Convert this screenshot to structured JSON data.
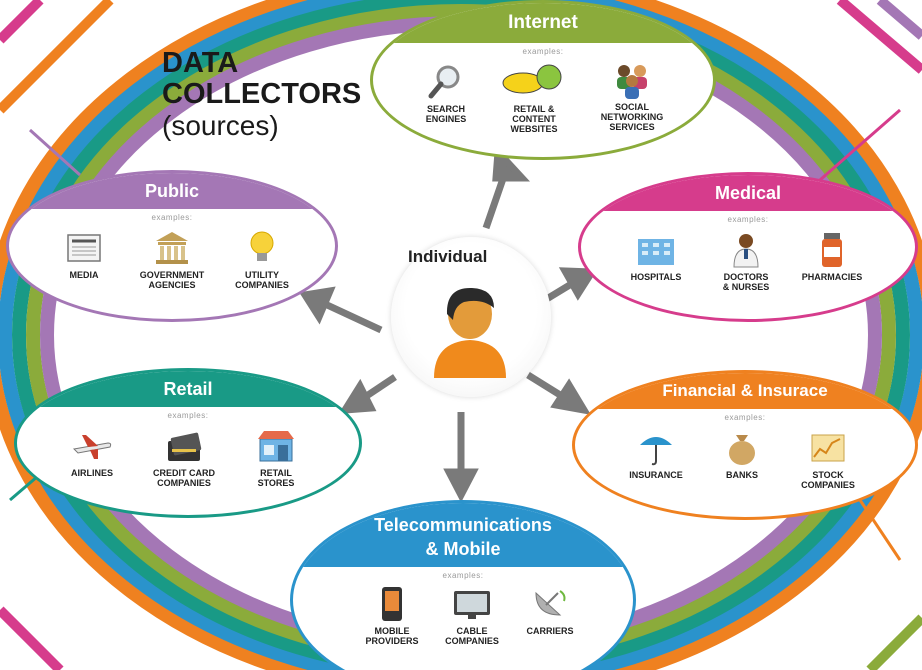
{
  "title": {
    "line1": "DATA",
    "line2": "COLLECTORS",
    "line3": "(sources)"
  },
  "center": {
    "label": "Individual"
  },
  "examples_label": "examples:",
  "colors": {
    "internet": "#8bab3b",
    "medical": "#d63c8c",
    "financial": "#ef8120",
    "telecom": "#2a93cc",
    "retail": "#199a86",
    "public": "#a477b5",
    "arrow": "#7a7a7a",
    "person_skin": "#e39b3a",
    "person_shirt": "#f08a1c",
    "person_hair": "#2a2a2a"
  },
  "groups": {
    "internet": {
      "title": "Internet",
      "items": [
        {
          "label": "SEARCH\nENGINES",
          "icon": "magnifier-icon"
        },
        {
          "label": "RETAIL &\nCONTENT\nWEBSITES",
          "icon": "sale-tags-icon"
        },
        {
          "label": "SOCIAL\nNETWORKING\nSERVICES",
          "icon": "people-group-icon"
        }
      ]
    },
    "medical": {
      "title": "Medical",
      "items": [
        {
          "label": "HOSPITALS",
          "icon": "hospital-icon"
        },
        {
          "label": "DOCTORS\n& NURSES",
          "icon": "doctor-icon"
        },
        {
          "label": "PHARMACIES",
          "icon": "pill-bottle-icon"
        }
      ]
    },
    "financial": {
      "title": "Financial & Insurace",
      "items": [
        {
          "label": "INSURANCE",
          "icon": "umbrella-icon"
        },
        {
          "label": "BANKS",
          "icon": "money-bag-icon"
        },
        {
          "label": "STOCK\nCOMPANIES",
          "icon": "stock-chart-icon"
        }
      ]
    },
    "telecom": {
      "title_line1": "Telecommunications",
      "title_line2": "& Mobile",
      "items": [
        {
          "label": "MOBILE\nPROVIDERS",
          "icon": "mobile-phone-icon"
        },
        {
          "label": "CABLE\nCOMPANIES",
          "icon": "television-icon"
        },
        {
          "label": "CARRIERS",
          "icon": "satellite-dish-icon"
        }
      ]
    },
    "retail": {
      "title": "Retail",
      "items": [
        {
          "label": "AIRLINES",
          "icon": "airplane-icon"
        },
        {
          "label": "CREDIT CARD\nCOMPANIES",
          "icon": "credit-card-icon"
        },
        {
          "label": "RETAIL\nSTORES",
          "icon": "store-icon"
        }
      ]
    },
    "public": {
      "title": "Public",
      "items": [
        {
          "label": "MEDIA",
          "icon": "newspaper-icon"
        },
        {
          "label": "GOVERNMENT\nAGENCIES",
          "icon": "government-building-icon"
        },
        {
          "label": "UTILITY\nCOMPANIES",
          "icon": "light-bulb-icon"
        }
      ]
    }
  }
}
